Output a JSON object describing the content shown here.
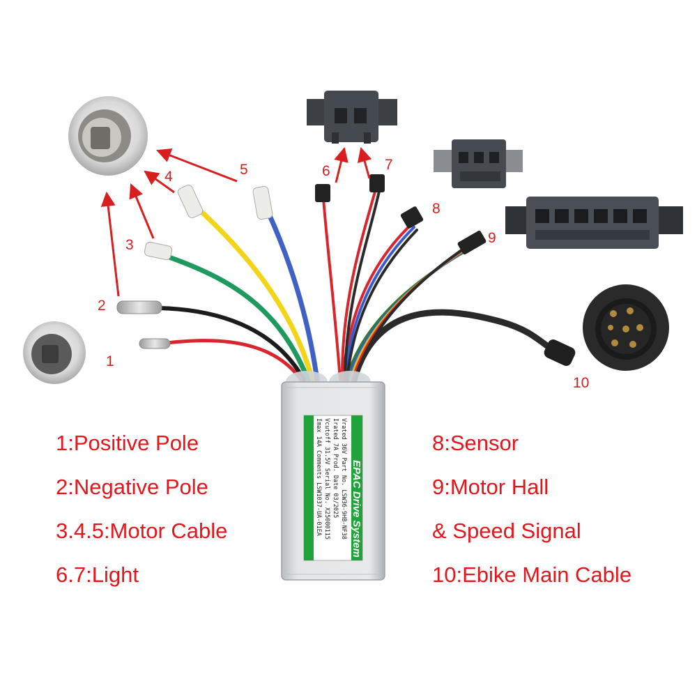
{
  "colors": {
    "label_red": "#e3161c",
    "arrow_red": "#d81e1e",
    "wire_red": "#d8262e",
    "wire_black": "#1c1c1c",
    "wire_green": "#1f9a5f",
    "wire_yellow": "#f2d419",
    "wire_blue": "#3f61c4",
    "label_green": "#1fa33a"
  },
  "callouts": [
    "1",
    "2",
    "3",
    "4",
    "5",
    "6",
    "7",
    "8",
    "9",
    "10"
  ],
  "legend_left": [
    "1:Positive Pole",
    "2:Negative Pole",
    "3.4.5:Motor Cable",
    "6.7:Light"
  ],
  "legend_right": [
    "8:Sensor",
    "9:Motor Hall",
    "& Speed Signal",
    "10:Ebike Main Cable"
  ],
  "controller": {
    "brand": "EPAC Drive System",
    "spec_rows": [
      "Vrated  36V   Part No.  LSW36-9HB-NF38",
      "Irated  7A    Prod. Date 03/2025",
      "Vcutoff 31.5V Serial No. X25080115",
      "Imax    14A   Comments  LSW1037-UA-01EA"
    ]
  }
}
